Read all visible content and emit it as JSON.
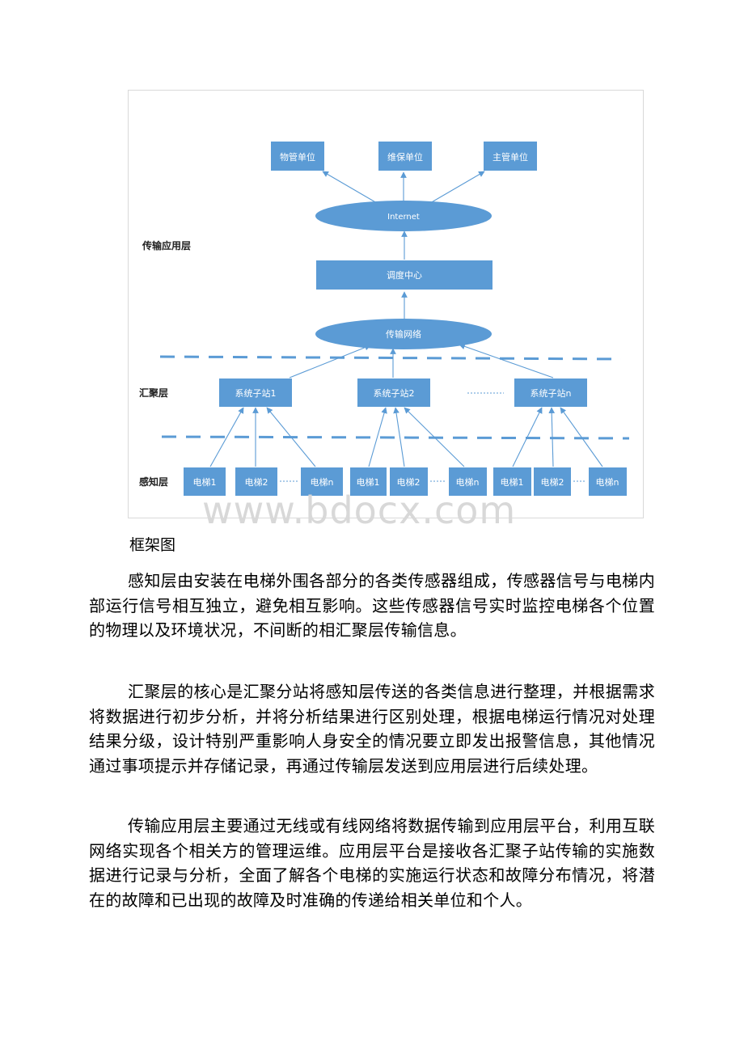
{
  "figure": {
    "layers": {
      "application": "传输应用层",
      "aggregation": "汇聚层",
      "perception": "感知层"
    },
    "top_boxes": [
      "物管单位",
      "维保单位",
      "主管单位"
    ],
    "internet": "Internet",
    "dispatch": "调度中心",
    "network": "传输网络",
    "substations": [
      "系统子站1",
      "系统子站2",
      "系统子站n"
    ],
    "elevators": [
      "电梯1",
      "电梯2",
      "电梯n",
      "电梯1",
      "电梯2",
      "电梯n",
      "电梯1",
      "电梯2",
      "电梯n"
    ],
    "colors": {
      "box": "#5b9bd5",
      "line": "#5b9bd5",
      "border": "#d9d9d9"
    }
  },
  "caption": "框架图",
  "paragraphs": [
    "感知层由安装在电梯外围各部分的各类传感器组成，传感器信号与电梯内部运行信号相互独立，避免相互影响。这些传感器信号实时监控电梯各个位置的物理以及环境状况，不间断的相汇聚层传输信息。",
    "汇聚层的核心是汇聚分站将感知层传送的各类信息进行整理，并根据需求将数据进行初步分析，并将分析结果进行区别处理，根据电梯运行情况对处理结果分级，设计特别严重影响人身安全的情况要立即发出报警信息，其他情况通过事项提示并存储记录，再通过传输层发送到应用层进行后续处理。",
    "传输应用层主要通过无线或有线网络将数据传输到应用层平台，利用互联网络实现各个相关方的管理运维。应用层平台是接收各汇聚子站传输的实施数据进行记录与分析，全面了解各个电梯的实施运行状态和故障分布情况，将潜在的故障和已出现的故障及时准确的传递给相关单位和个人。"
  ],
  "watermark": "www.bdocx.com"
}
